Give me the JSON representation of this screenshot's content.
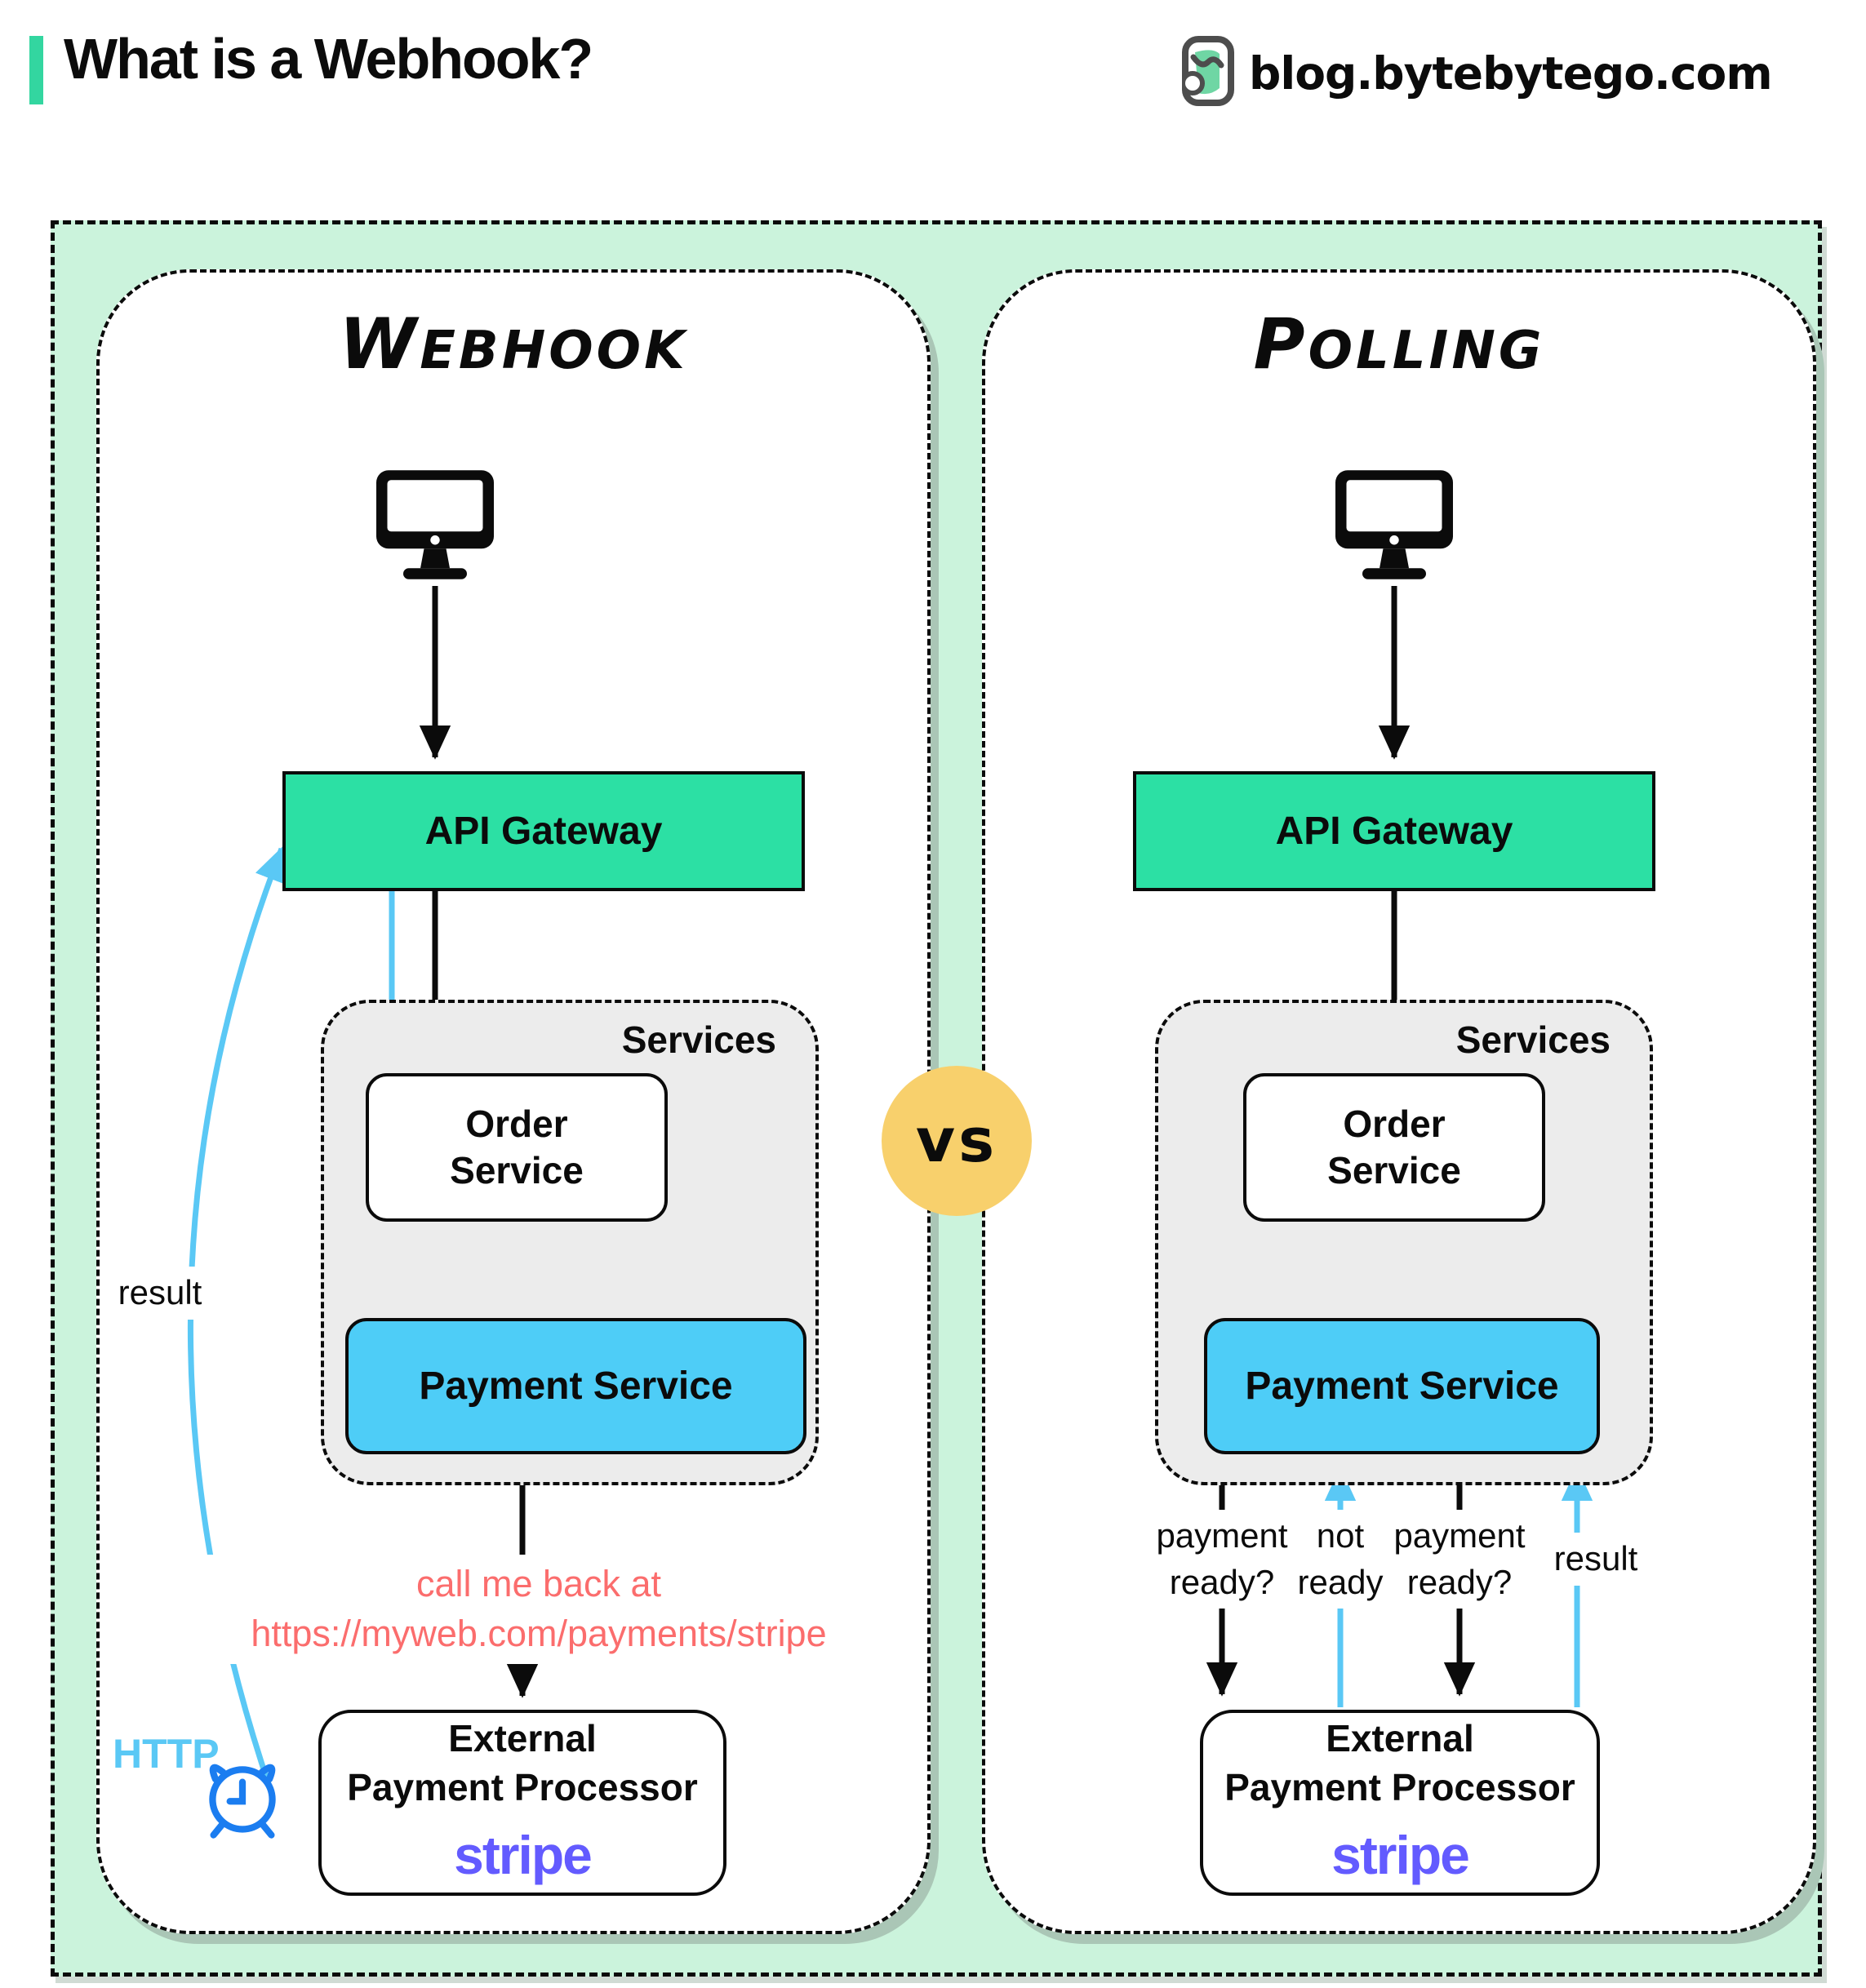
{
  "header": {
    "title": "What is a Webhook?",
    "site": "blog.bytebytego.com"
  },
  "vs_label": "vs",
  "panels": {
    "webhook": {
      "title": "Webhook",
      "api_gateway": "API Gateway",
      "services_label": "Services",
      "order_service": "Order\nService",
      "payment_service": "Payment Service",
      "callback_note": "call me back at\nhttps://myweb.com/payments/stripe",
      "external_processor": "External\nPayment Processor",
      "stripe_label": "stripe",
      "result_label": "result",
      "http_label": "HTTP"
    },
    "polling": {
      "title": "Polling",
      "api_gateway": "API Gateway",
      "services_label": "Services",
      "order_service": "Order\nService",
      "payment_service": "Payment Service",
      "external_processor": "External\nPayment Processor",
      "stripe_label": "stripe",
      "arrow_labels": {
        "request1": "payment\nready?",
        "response1": "not\nready",
        "request2": "payment\nready?",
        "response2": "result"
      }
    }
  },
  "colors": {
    "mint_background": "#cbf3dc",
    "teal_accent": "#2ce0a4",
    "payment_blue": "#4ecdf7",
    "arrow_blue": "#5ac8f5",
    "clock_blue": "#1b7df0",
    "vs_yellow": "#f8d06c",
    "callback_red": "#fb6d6d",
    "stripe_purple": "#635bff",
    "services_gray": "#ececec"
  }
}
